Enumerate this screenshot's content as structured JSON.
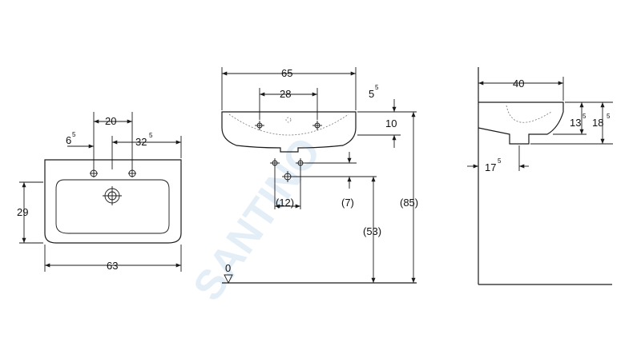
{
  "watermark": "SANTINO",
  "colors": {
    "line": "#1a1a1a",
    "watermark": "#e3eef7",
    "background": "#ffffff"
  },
  "top_view": {
    "tap_spacing": "20",
    "offset_main": "6",
    "offset_sup": "5",
    "right_main": "32",
    "right_sup": "5",
    "depth": "29",
    "width": "63"
  },
  "front_view": {
    "width": "65",
    "tap_spacing": "28",
    "rim_main": "5",
    "rim_sup": "5",
    "thickness": "10",
    "waste_spacing": "(12)",
    "waste_drop": "(7)",
    "waste_height": "(53)",
    "total_height": "(85)",
    "floor_level": "0"
  },
  "side_view": {
    "depth": "40",
    "bowl_main": "13",
    "bowl_sup": "5",
    "total_main": "18",
    "total_sup": "5",
    "drain_main": "17",
    "drain_sup": "5"
  }
}
